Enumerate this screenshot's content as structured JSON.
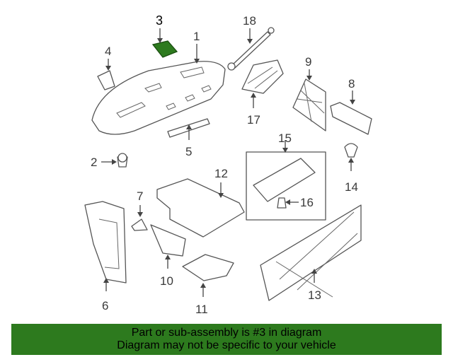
{
  "diagram": {
    "highlight_color": "#2d7a1e",
    "callouts": [
      {
        "id": "1",
        "label": "1"
      },
      {
        "id": "2",
        "label": "2"
      },
      {
        "id": "3",
        "label": "3",
        "highlighted": true
      },
      {
        "id": "4",
        "label": "4"
      },
      {
        "id": "5",
        "label": "5"
      },
      {
        "id": "6",
        "label": "6"
      },
      {
        "id": "7",
        "label": "7"
      },
      {
        "id": "8",
        "label": "8"
      },
      {
        "id": "9",
        "label": "9"
      },
      {
        "id": "10",
        "label": "10"
      },
      {
        "id": "11",
        "label": "11"
      },
      {
        "id": "12",
        "label": "12"
      },
      {
        "id": "13",
        "label": "13"
      },
      {
        "id": "14",
        "label": "14"
      },
      {
        "id": "15",
        "label": "15"
      },
      {
        "id": "16",
        "label": "16"
      },
      {
        "id": "17",
        "label": "17"
      },
      {
        "id": "18",
        "label": "18"
      }
    ]
  },
  "banner": {
    "line1": "Part or sub-assembly is #3 in diagram",
    "line2": "Diagram may not be specific to your vehicle",
    "background": "#2d7a1e"
  }
}
